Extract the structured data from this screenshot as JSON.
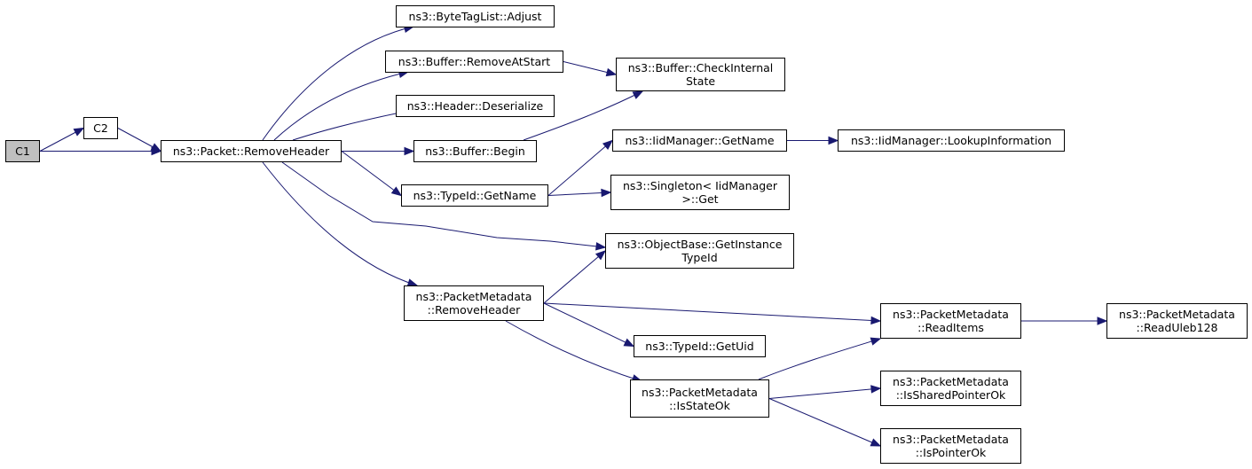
{
  "nodes": [
    {
      "id": "c1",
      "lines": [
        "C1"
      ],
      "root": true
    },
    {
      "id": "c2",
      "lines": [
        "C2"
      ]
    },
    {
      "id": "packet-removeheader",
      "lines": [
        "ns3::Packet::RemoveHeader"
      ]
    },
    {
      "id": "bytetaglist-adjust",
      "lines": [
        "ns3::ByteTagList::Adjust"
      ]
    },
    {
      "id": "buffer-removeatstart",
      "lines": [
        "ns3::Buffer::RemoveAtStart"
      ]
    },
    {
      "id": "header-deserialize",
      "lines": [
        "ns3::Header::Deserialize"
      ]
    },
    {
      "id": "buffer-begin",
      "lines": [
        "ns3::Buffer::Begin"
      ]
    },
    {
      "id": "typeid-getname",
      "lines": [
        "ns3::TypeId::GetName"
      ]
    },
    {
      "id": "buffer-checkinternalstate",
      "lines": [
        "ns3::Buffer::CheckInternal",
        "State"
      ]
    },
    {
      "id": "iidmanager-getname",
      "lines": [
        "ns3::IidManager::GetName"
      ]
    },
    {
      "id": "iidmanager-lookupinformation",
      "lines": [
        "ns3::IidManager::LookupInformation"
      ]
    },
    {
      "id": "singleton-get",
      "lines": [
        "ns3::Singleton< IidManager",
        ">::Get"
      ]
    },
    {
      "id": "objectbase-getinstancetypeid",
      "lines": [
        "ns3::ObjectBase::GetInstance",
        "TypeId"
      ]
    },
    {
      "id": "packetmetadata-removeheader",
      "lines": [
        "ns3::PacketMetadata",
        "::RemoveHeader"
      ]
    },
    {
      "id": "typeid-getuid",
      "lines": [
        "ns3::TypeId::GetUid"
      ]
    },
    {
      "id": "packetmetadata-isstateok",
      "lines": [
        "ns3::PacketMetadata",
        "::IsStateOk"
      ]
    },
    {
      "id": "packetmetadata-readitems",
      "lines": [
        "ns3::PacketMetadata",
        "::ReadItems"
      ]
    },
    {
      "id": "packetmetadata-readuleb128",
      "lines": [
        "ns3::PacketMetadata",
        "::ReadUleb128"
      ]
    },
    {
      "id": "packetmetadata-issharedpointerok",
      "lines": [
        "ns3::PacketMetadata",
        "::IsSharedPointerOk"
      ]
    },
    {
      "id": "packetmetadata-ispointerok",
      "lines": [
        "ns3::PacketMetadata",
        "::IsPointerOk"
      ]
    }
  ],
  "edges": [
    [
      "c1",
      "c2"
    ],
    [
      "c1",
      "packet-removeheader"
    ],
    [
      "c2",
      "packet-removeheader"
    ],
    [
      "packet-removeheader",
      "bytetaglist-adjust"
    ],
    [
      "packet-removeheader",
      "buffer-removeatstart"
    ],
    [
      "packet-removeheader",
      "header-deserialize"
    ],
    [
      "packet-removeheader",
      "buffer-begin"
    ],
    [
      "packet-removeheader",
      "typeid-getname"
    ],
    [
      "packet-removeheader",
      "objectbase-getinstancetypeid"
    ],
    [
      "packet-removeheader",
      "packetmetadata-removeheader"
    ],
    [
      "buffer-removeatstart",
      "buffer-checkinternalstate"
    ],
    [
      "buffer-begin",
      "buffer-checkinternalstate"
    ],
    [
      "typeid-getname",
      "iidmanager-getname"
    ],
    [
      "typeid-getname",
      "singleton-get"
    ],
    [
      "iidmanager-getname",
      "iidmanager-lookupinformation"
    ],
    [
      "packetmetadata-removeheader",
      "objectbase-getinstancetypeid"
    ],
    [
      "packetmetadata-removeheader",
      "packetmetadata-readitems"
    ],
    [
      "packetmetadata-removeheader",
      "typeid-getuid"
    ],
    [
      "packetmetadata-removeheader",
      "packetmetadata-isstateok"
    ],
    [
      "packetmetadata-isstateok",
      "packetmetadata-readitems"
    ],
    [
      "packetmetadata-isstateok",
      "packetmetadata-issharedpointerok"
    ],
    [
      "packetmetadata-isstateok",
      "packetmetadata-ispointerok"
    ],
    [
      "packetmetadata-readitems",
      "packetmetadata-readuleb128"
    ]
  ],
  "colors": {
    "edge": "#191970",
    "node_border": "#000000",
    "root_fill": "#bfbfbf",
    "node_fill": "#ffffff"
  }
}
